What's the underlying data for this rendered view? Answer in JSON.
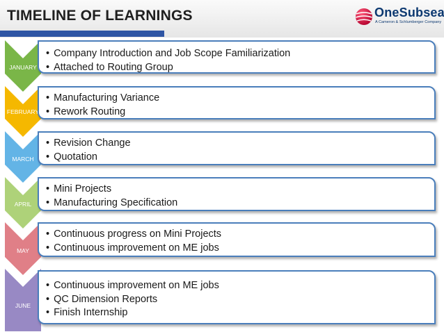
{
  "header": {
    "title": "TIMELINE OF LEARNINGS"
  },
  "logo": {
    "name": "OneSubsea",
    "tagline": "A Cameron & Schlumberger Company"
  },
  "timeline": [
    {
      "month": "JANUARY",
      "color": "#7ab648",
      "items": [
        "Company Introduction and Job Scope Familiarization",
        "Attached to Routing Group"
      ]
    },
    {
      "month": "FEBRUARY",
      "color": "#f5b800",
      "items": [
        "Manufacturing Variance",
        "Rework Routing"
      ]
    },
    {
      "month": "MARCH",
      "color": "#63b4e6",
      "items": [
        "Revision Change",
        "Quotation"
      ]
    },
    {
      "month": "APRIL",
      "color": "#aed279",
      "items": [
        "Mini Projects",
        "Manufacturing Specification"
      ]
    },
    {
      "month": "MAY",
      "color": "#e07f87",
      "items": [
        "Continuous progress on Mini Projects",
        "Continuous improvement on ME jobs"
      ]
    },
    {
      "month": "JUNE",
      "color": "#9889c4",
      "items": [
        "Continuous improvement on ME jobs",
        "QC Dimension Reports",
        "Finish Internship"
      ]
    }
  ]
}
